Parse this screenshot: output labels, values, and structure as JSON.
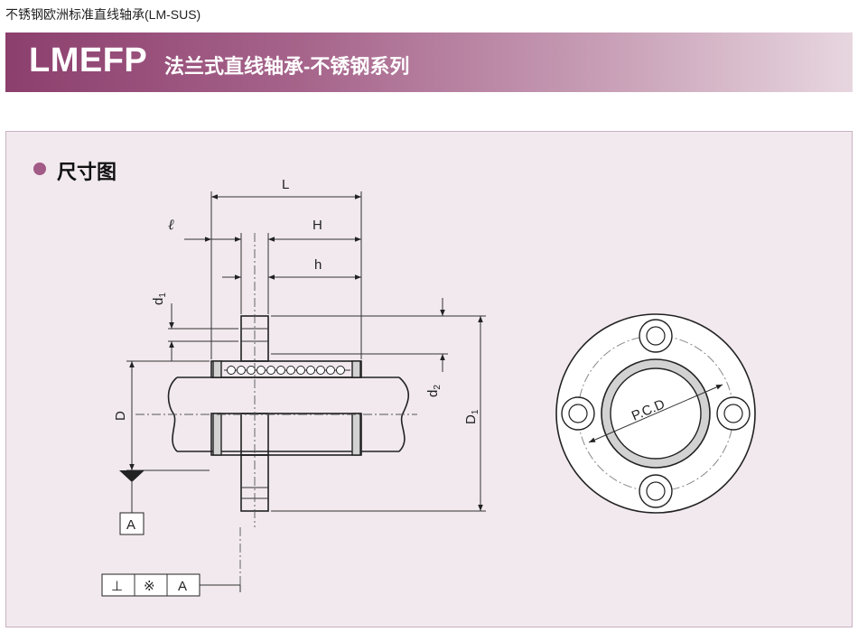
{
  "header": {
    "caption": "不锈钢欧洲标准直线轴承(LM-SUS)"
  },
  "banner": {
    "model": "LMEFP",
    "title": "法兰式直线轴承-不锈钢系列"
  },
  "section": {
    "title": "尺寸图"
  },
  "dimensions": {
    "L": "L",
    "H": "H",
    "h": "h",
    "l": "ℓ",
    "d1": "d",
    "d1_sub": "1",
    "d2": "d",
    "d2_sub": "2",
    "D": "D",
    "D1": "D",
    "D1_sub": "1",
    "pcd": "P.C.D"
  },
  "datum": {
    "label": "A"
  },
  "tolerance_frame": {
    "symbol1": "⊥",
    "symbol2": "※",
    "datum": "A"
  },
  "colors": {
    "banner_start": "#8c3f6d",
    "banner_end": "#e7d6df",
    "panel_bg": "#f1e9ee",
    "dot": "#a25a86"
  }
}
